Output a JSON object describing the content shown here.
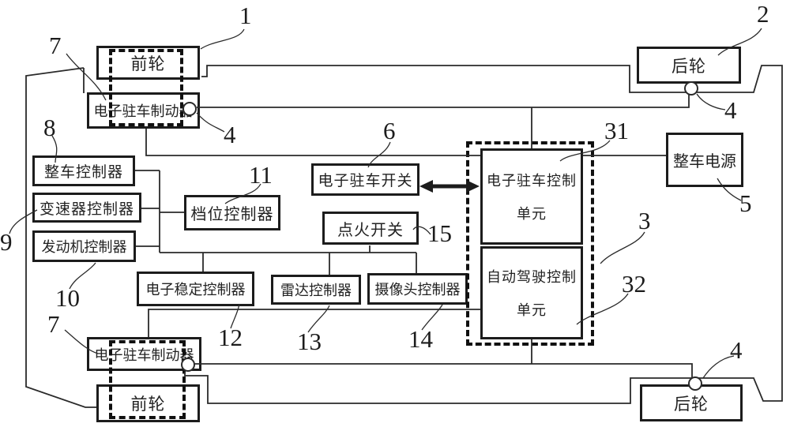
{
  "figure": {
    "kind": "vehicle electronic parking brake system diagram",
    "background_color": "#ffffff",
    "line_color": "#1c1c1c"
  },
  "boxes": {
    "front_wheel_top": {
      "label": "前轮"
    },
    "rear_wheel_top": {
      "label": "后轮"
    },
    "epb_actuator_top": {
      "label": "电子驻车制动器"
    },
    "vehicle_controller": {
      "label": "整车控制器"
    },
    "transmission_controller": {
      "label": "变速器控制器"
    },
    "engine_controller": {
      "label": "发动机控制器"
    },
    "gear_controller": {
      "label": "档位控制器"
    },
    "epb_switch": {
      "label": "电子驻车开关"
    },
    "ignition_switch": {
      "label": "点火开关"
    },
    "stability_controller": {
      "label": "电子稳定控制器"
    },
    "radar_controller": {
      "label": "雷达控制器"
    },
    "camera_controller": {
      "label": "摄像头控制器"
    },
    "epb_control_unit": {
      "line1": "电子驻车控制",
      "line2": "单元"
    },
    "auto_driving_unit": {
      "line1": "自动驾驶控制",
      "line2": "单元"
    },
    "vehicle_power": {
      "label": "整车电源"
    },
    "epb_actuator_bottom": {
      "label": "电子驻车制动器"
    },
    "front_wheel_bottom": {
      "label": "前轮"
    },
    "rear_wheel_bottom": {
      "label": "后轮"
    }
  },
  "ref_numerals": {
    "n1": "1",
    "n2": "2",
    "n3": "3",
    "n31": "31",
    "n32": "32",
    "n4_top_left": "4",
    "n4_top_right": "4",
    "n4_bottom_right": "4",
    "n5": "5",
    "n6": "6",
    "n7_top": "7",
    "n7_bottom": "7",
    "n8": "8",
    "n9": "9",
    "n10": "10",
    "n11": "11",
    "n12": "12",
    "n13": "13",
    "n14": "14",
    "n15": "15"
  }
}
